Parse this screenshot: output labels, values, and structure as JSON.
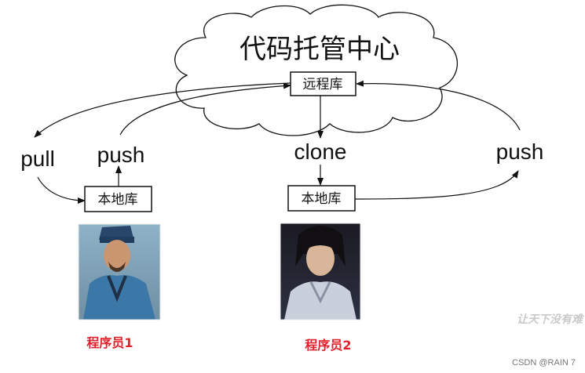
{
  "cloud": {
    "title": "代码托管中心"
  },
  "remote_repo": {
    "label": "远程库"
  },
  "developer1": {
    "name": "程序员1",
    "local_repo": "本地库",
    "pull_label": "pull",
    "push_label": "push"
  },
  "developer2": {
    "name": "程序员2",
    "local_repo": "本地库",
    "clone_label": "clone",
    "push_label": "push"
  },
  "watermark": "让天下没有难",
  "credit": "CSDN @RAIN 7",
  "colors": {
    "developer_name": "#e0202a",
    "line": "#111111",
    "cloud_stroke": "#111111",
    "cloud_fill": "#ffffff"
  }
}
